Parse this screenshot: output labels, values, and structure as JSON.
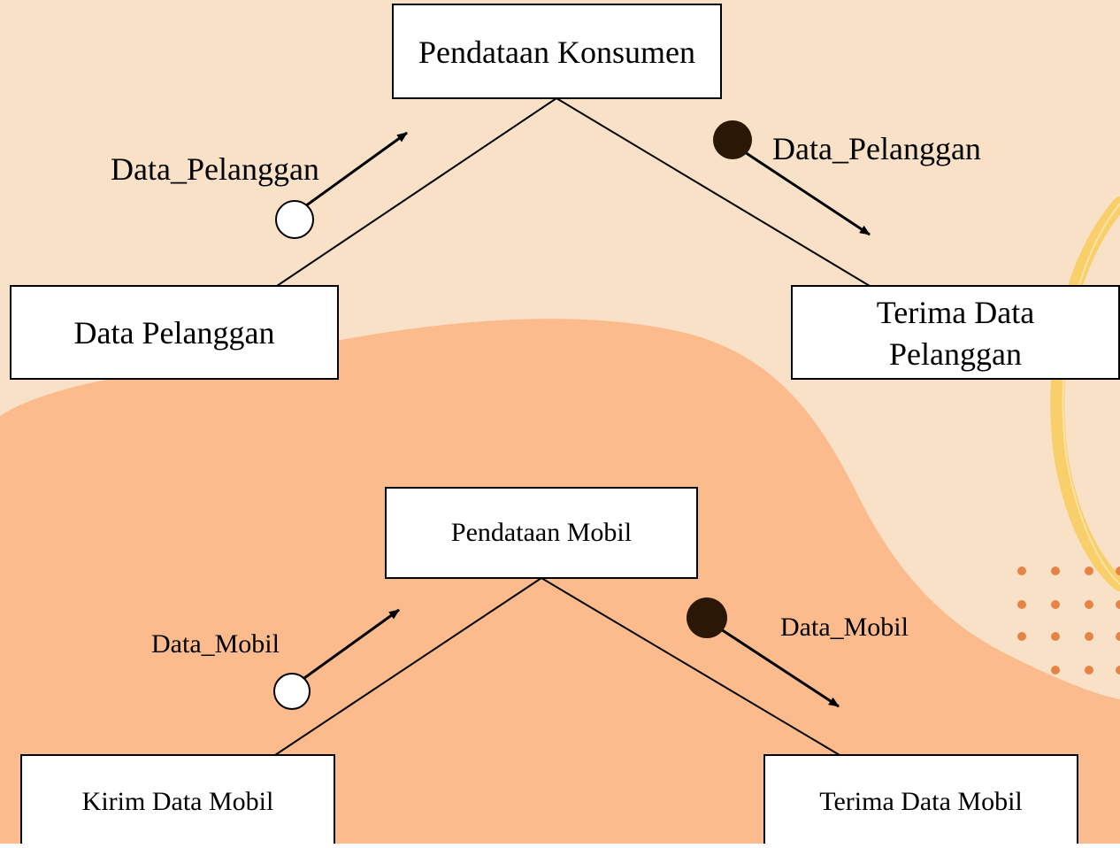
{
  "colors": {
    "background_top": "#f9e1c7",
    "background_blob": "#fbbb8c",
    "accent_curve": "#f8cf6a",
    "dot_pattern": "#e58447",
    "box_fill": "#ffffff",
    "stroke": "#000000",
    "data_couple_empty": "#ffffff",
    "control_flag_filled": "#2a1706"
  },
  "diagram1": {
    "parent": "Pendataan Konsumen",
    "left_child": "Data Pelanggan",
    "right_child_line1": "Terima Data",
    "right_child_line2": "Pelanggan",
    "flow_in_label": "Data_Pelanggan",
    "flow_out_label": "Data_Pelanggan"
  },
  "diagram2": {
    "parent": "Pendataan Mobil",
    "left_child": "Kirim Data Mobil",
    "right_child": "Terima Data Mobil",
    "flow_in_label": "Data_Mobil",
    "flow_out_label": "Data_Mobil"
  }
}
